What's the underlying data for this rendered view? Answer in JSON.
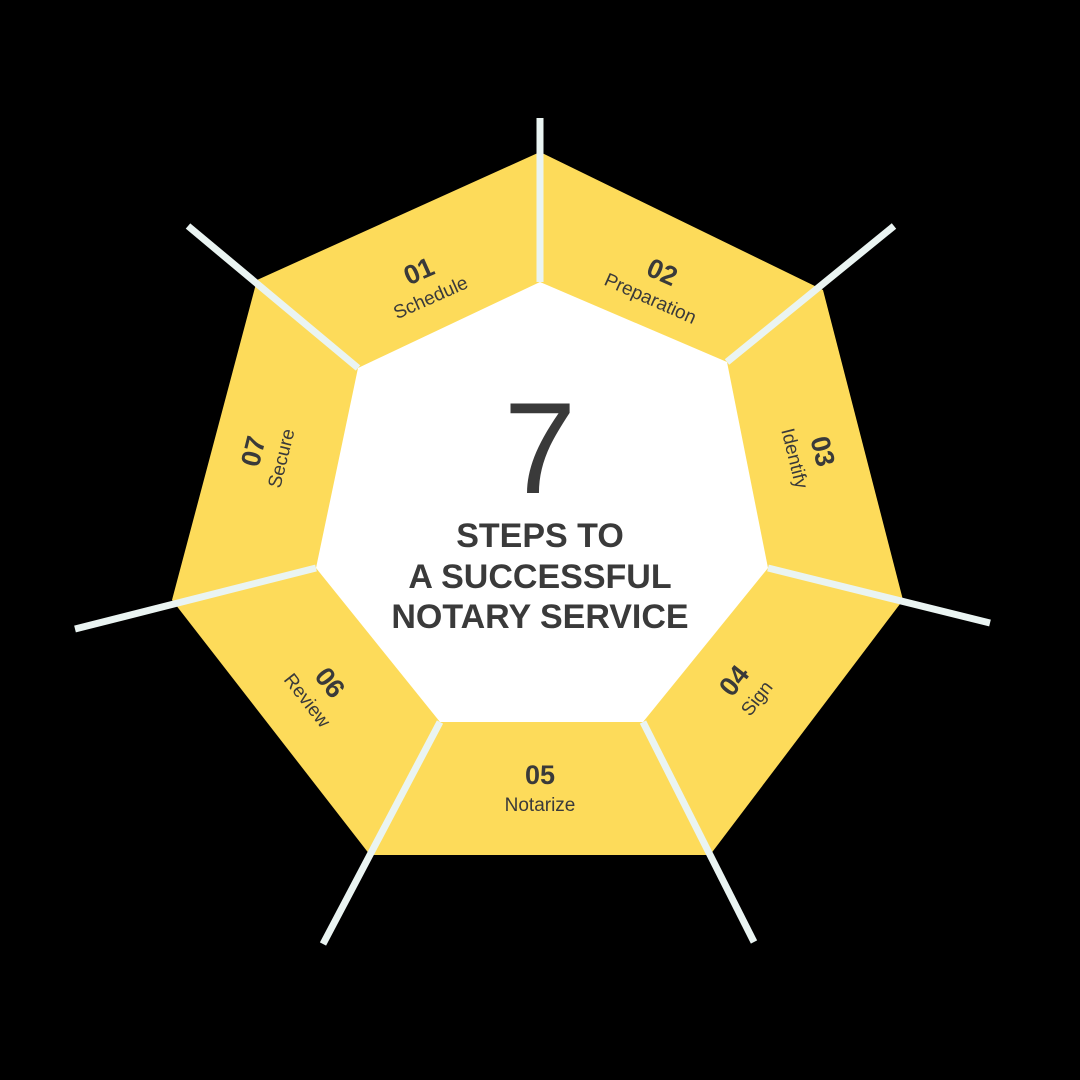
{
  "colors": {
    "background": "#000000",
    "segment_fill": "#fddb5a",
    "center_fill": "#ffffff",
    "divider": "#eaf4f2",
    "text": "#3a3a3a"
  },
  "center": {
    "big_number": "7",
    "title_lines": [
      "STEPS TO",
      "A SUCCESSFUL",
      "NOTARY SERVICE"
    ]
  },
  "steps": [
    {
      "number": "01",
      "label": "Schedule"
    },
    {
      "number": "02",
      "label": "Preparation"
    },
    {
      "number": "03",
      "label": "Identify"
    },
    {
      "number": "04",
      "label": "Sign"
    },
    {
      "number": "05",
      "label": "Notarize"
    },
    {
      "number": "06",
      "label": "Review"
    },
    {
      "number": "07",
      "label": "Secure"
    }
  ]
}
